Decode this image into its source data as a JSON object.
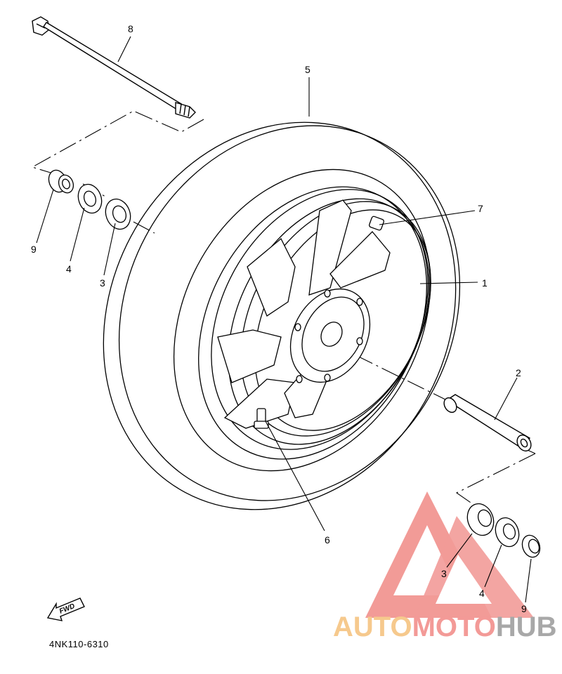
{
  "diagram": {
    "part_code": "4NK110-6310",
    "fwd_label": "FWD",
    "callouts": [
      "8",
      "5",
      "7",
      "1",
      "2",
      "9",
      "4",
      "3",
      "6",
      "3",
      "4",
      "9"
    ]
  },
  "watermark": {
    "word_auto": "AUTO",
    "word_moto": "MOTO",
    "word_hub": "HUB",
    "colors": {
      "auto": "#f6c98d",
      "moto": "#f39a97",
      "hub": "#a8a8a8",
      "logo": "#f08a86"
    }
  }
}
